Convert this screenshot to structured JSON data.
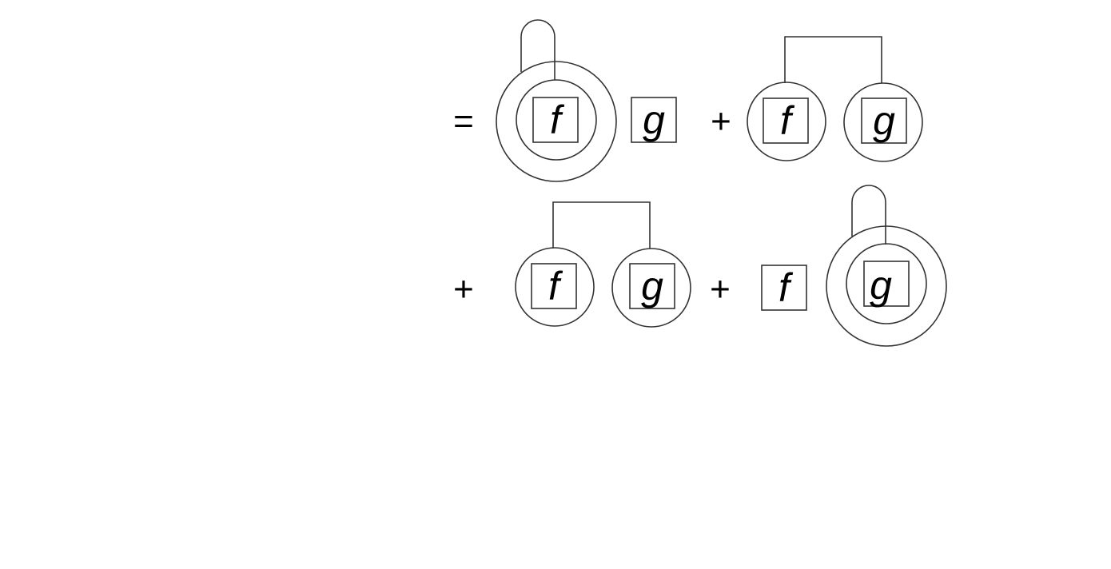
{
  "diagram": {
    "row1": {
      "op_equals": "=",
      "term1": {
        "f": "f",
        "g": "g"
      },
      "op_plus": "+",
      "term2": {
        "f": "f",
        "g": "g"
      }
    },
    "row2": {
      "op_plus_lead": "+",
      "term3": {
        "f": "f",
        "g": "g"
      },
      "op_plus": "+",
      "term4": {
        "f": "f",
        "g": "g"
      }
    }
  }
}
